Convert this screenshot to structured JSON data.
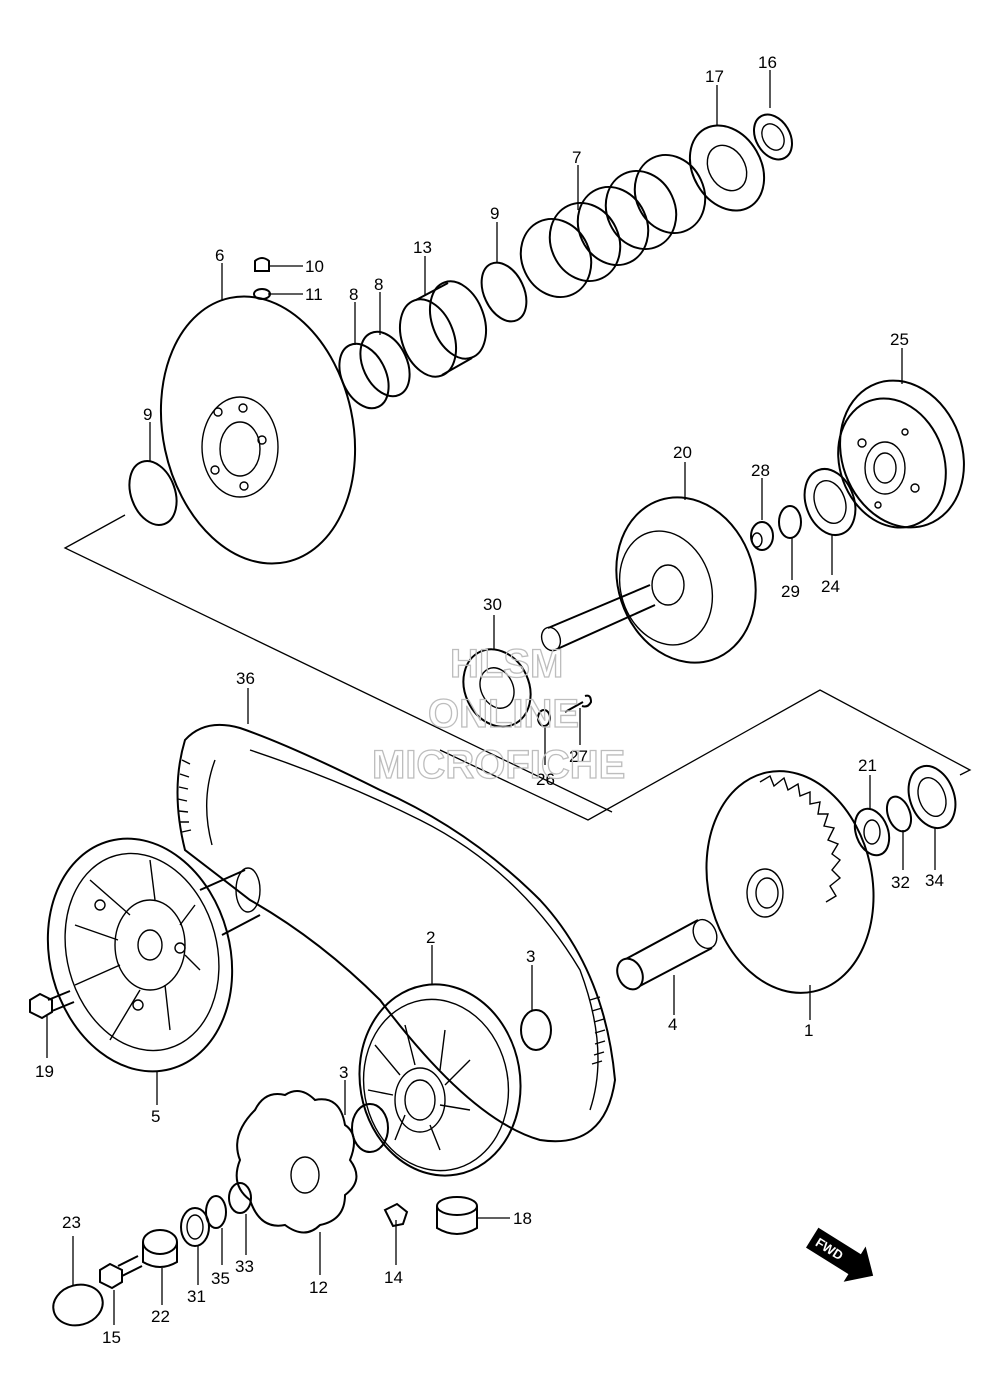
{
  "callouts": [
    "1",
    "2",
    "3",
    "3",
    "4",
    "5",
    "6",
    "7",
    "8",
    "8",
    "9",
    "9",
    "10",
    "11",
    "12",
    "13",
    "14",
    "15",
    "16",
    "17",
    "18",
    "19",
    "20",
    "21",
    "22",
    "23",
    "24",
    "25",
    "26",
    "27",
    "28",
    "29",
    "30",
    "31",
    "32",
    "33",
    "34",
    "35",
    "36"
  ],
  "watermark": {
    "line1": "HLSM",
    "line2": "ONLINE",
    "line3": "MICROFICHE"
  },
  "direction_badge": "FWD"
}
